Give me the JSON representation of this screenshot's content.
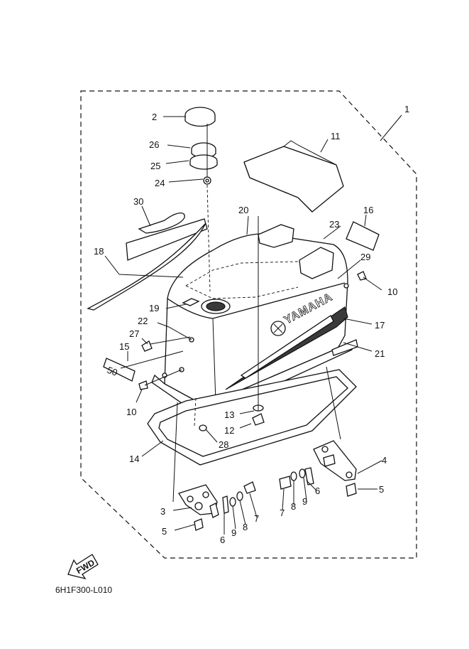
{
  "diagram": {
    "brand_text": "YAMAHA",
    "badge_text": "50",
    "fwd_label": "FWD",
    "drawing_code": "6H1F300-L010"
  },
  "callouts": [
    {
      "id": "c1",
      "label": "1"
    },
    {
      "id": "c2",
      "label": "2"
    },
    {
      "id": "c26",
      "label": "26"
    },
    {
      "id": "c25",
      "label": "25"
    },
    {
      "id": "c24",
      "label": "24"
    },
    {
      "id": "c11",
      "label": "11"
    },
    {
      "id": "c30",
      "label": "30"
    },
    {
      "id": "c20",
      "label": "20"
    },
    {
      "id": "c16",
      "label": "16"
    },
    {
      "id": "c23",
      "label": "23"
    },
    {
      "id": "c18",
      "label": "18"
    },
    {
      "id": "c29",
      "label": "29"
    },
    {
      "id": "c10a",
      "label": "10"
    },
    {
      "id": "c19",
      "label": "19"
    },
    {
      "id": "c22",
      "label": "22"
    },
    {
      "id": "c17",
      "label": "17"
    },
    {
      "id": "c27",
      "label": "27"
    },
    {
      "id": "c15",
      "label": "15"
    },
    {
      "id": "c21",
      "label": "21"
    },
    {
      "id": "c10b",
      "label": "10"
    },
    {
      "id": "c13",
      "label": "13"
    },
    {
      "id": "c12",
      "label": "12"
    },
    {
      "id": "c28",
      "label": "28"
    },
    {
      "id": "c14",
      "label": "14"
    },
    {
      "id": "c4",
      "label": "4"
    },
    {
      "id": "c5a",
      "label": "5"
    },
    {
      "id": "c6a",
      "label": "6"
    },
    {
      "id": "c9a",
      "label": "9"
    },
    {
      "id": "c8a",
      "label": "8"
    },
    {
      "id": "c7a",
      "label": "7"
    },
    {
      "id": "c3",
      "label": "3"
    },
    {
      "id": "c5b",
      "label": "5"
    },
    {
      "id": "c6b",
      "label": "6"
    },
    {
      "id": "c9b",
      "label": "9"
    },
    {
      "id": "c8b",
      "label": "8"
    },
    {
      "id": "c7b",
      "label": "7"
    }
  ]
}
